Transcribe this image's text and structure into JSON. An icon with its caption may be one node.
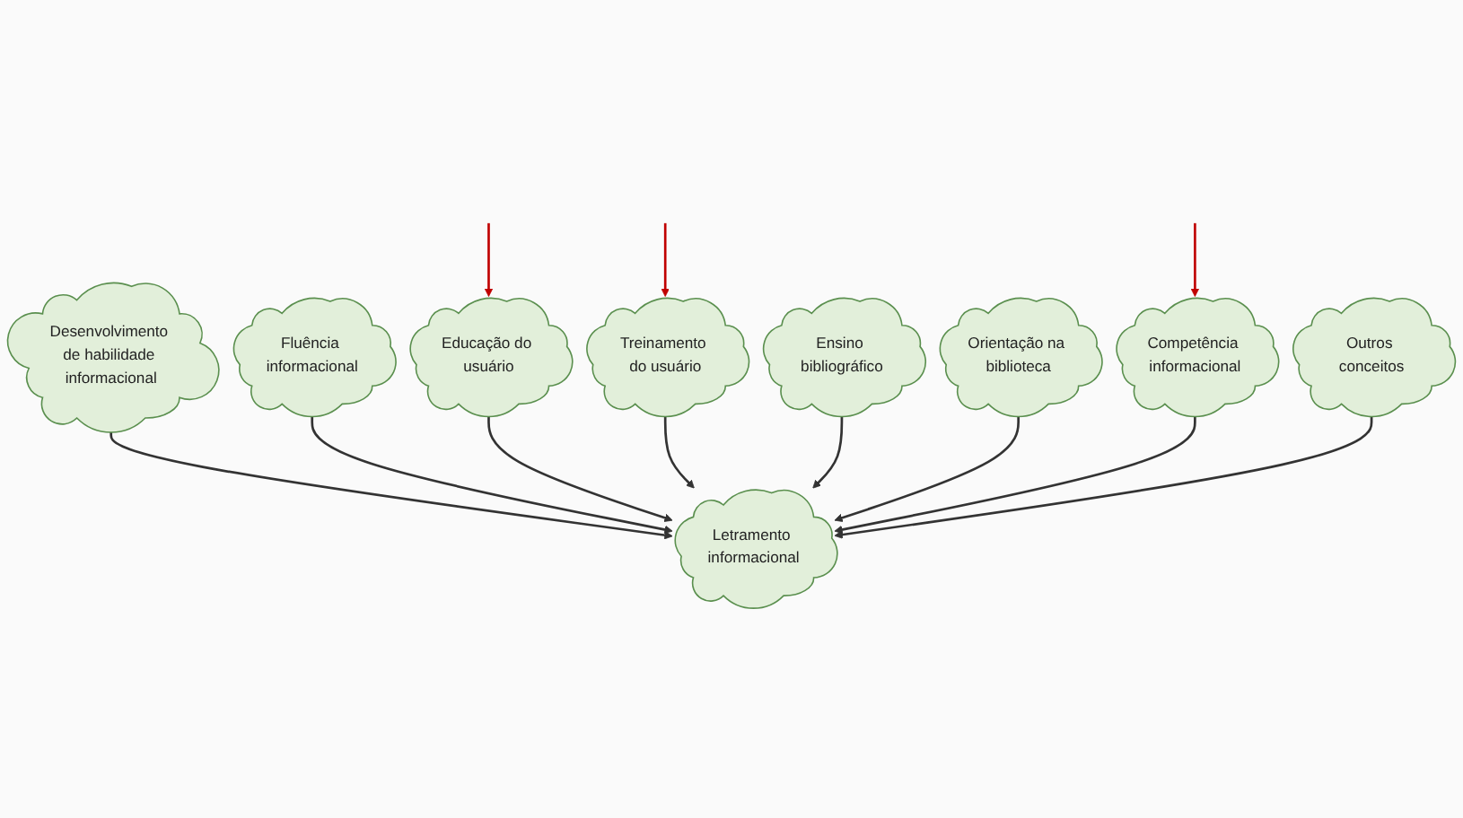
{
  "diagram": {
    "nodes": [
      {
        "text": [
          "Desenvolvimento de habilidade informacional"
        ]
      },
      {
        "text": [
          "Fluência informacional"
        ]
      },
      {
        "text": [
          "Educação do usuário"
        ]
      },
      {
        "text": [
          "Treinamento do usuário"
        ]
      },
      {
        "text": [
          "Letramento informacional"
        ]
      },
      {
        "text": [
          "Ensino bibliográfico"
        ]
      },
      {
        "text": [
          "Orientação na biblioteca"
        ]
      },
      {
        "text": [
          "Competência informacional"
        ]
      },
      {
        "text": [
          "Outros conceitos"
        ]
      }
    ],
    "edges": [
      {
        "from": 0,
        "to": 4,
        "arrow": "to"
      },
      {
        "from": 1,
        "to": 4,
        "arrow": "to"
      },
      {
        "from": 2,
        "to": 4,
        "arrow": "to"
      },
      {
        "from": 3,
        "to": 4,
        "arrow": "to"
      },
      {
        "from": 5,
        "to": 4,
        "arrow": "to"
      },
      {
        "from": 6,
        "to": 4,
        "arrow": "to"
      },
      {
        "from": 7,
        "to": 4,
        "arrow": "to"
      },
      {
        "from": 8,
        "to": 4,
        "arrow": "to"
      },
      {
        "from": null,
        "to": 2,
        "arrow": "to",
        "color": "#c00000"
      },
      {
        "from": null,
        "to": 3,
        "arrow": "to",
        "color": "#c00000"
      },
      {
        "from": null,
        "to": 7,
        "arrow": "to",
        "color": "#c00000"
      }
    ]
  }
}
